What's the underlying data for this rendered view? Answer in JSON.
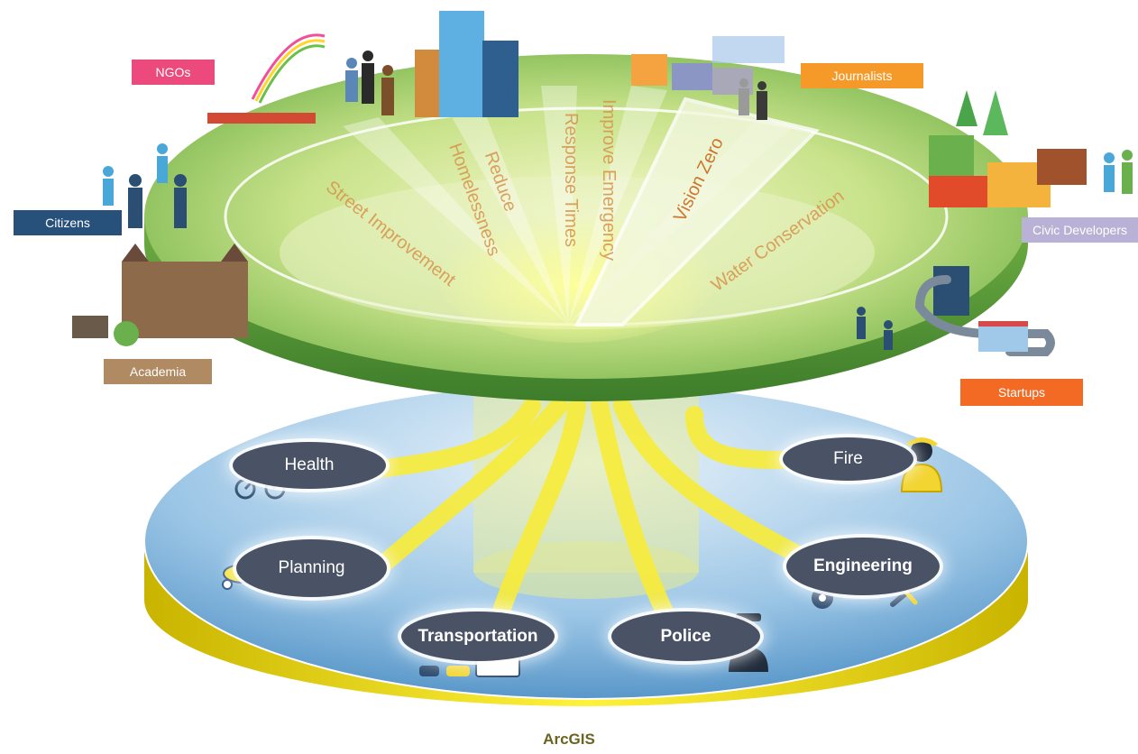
{
  "colors": {
    "top_disc": "#8cc85a",
    "bottom_disc": "#6aa6d6",
    "beam": "#f5ea3a",
    "rim": "#e8d400",
    "goal_text": "#d89850",
    "vision_zero_text": "#c8691c",
    "dept_bubble": "#4a5265"
  },
  "stakeholders": {
    "ngos": {
      "label": "NGOs",
      "color": "#ec4a7c"
    },
    "journalists": {
      "label": "Journalists",
      "color": "#f59a28"
    },
    "citizens": {
      "label": "Citizens",
      "color": "#27507a"
    },
    "civic_developers": {
      "label": "Civic Developers",
      "color": "#b9b1d6"
    },
    "academia": {
      "label": "Academia",
      "color": "#b08a62"
    },
    "startups": {
      "label": "Startups",
      "color": "#f26a24"
    }
  },
  "goals": {
    "street_improvement": "Street Improvement",
    "reduce": "Reduce",
    "homelessness": "Homelessness",
    "improve_emergency": "Improve Emergency",
    "response_times": "Response Times",
    "vision_zero": "Vision Zero",
    "water_conservation": "Water Conservation"
  },
  "departments": {
    "health": "Health",
    "fire": "Fire",
    "planning": "Planning",
    "engineering": "Engineering",
    "transportation": "Transportation",
    "police": "Police"
  },
  "platform": "ArcGIS",
  "icons": [
    "rainbow-icon",
    "city-buildings-icon",
    "people-icon",
    "houses-icon",
    "trees-icon",
    "campus-building-icon",
    "road-icon",
    "cyclist-icon",
    "firefighter-icon",
    "planning-icon",
    "gear-tools-icon",
    "vehicles-icon",
    "police-officer-icon"
  ]
}
